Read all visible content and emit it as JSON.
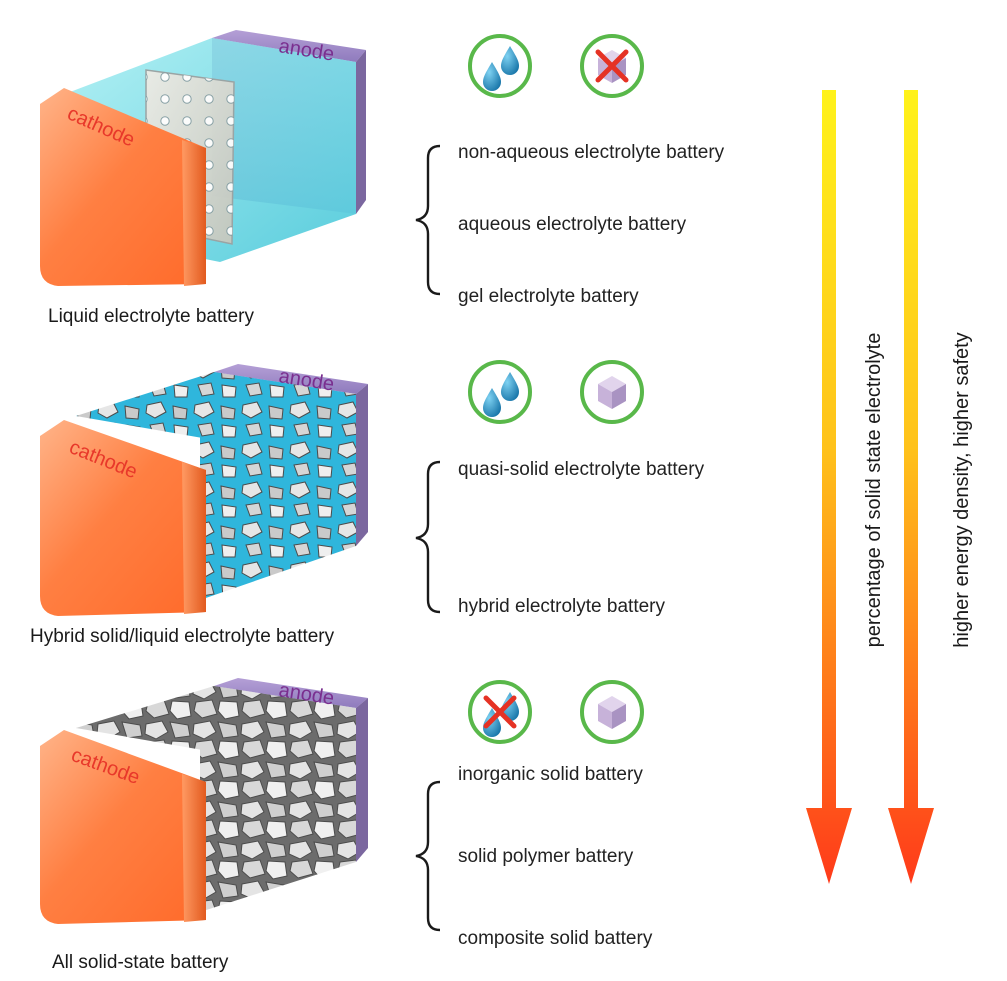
{
  "labels": {
    "anode": "anode",
    "cathode": "cathode"
  },
  "tiers": [
    {
      "title": "Liquid electrolyte battery",
      "items": [
        "non-aqueous electrolyte battery",
        "aqueous electrolyte battery",
        "gel electrolyte battery"
      ],
      "icons": [
        "droplets-icon",
        "crossed-solid-cube-icon"
      ]
    },
    {
      "title": "Hybrid solid/liquid electrolyte battery",
      "items": [
        "quasi-solid electrolyte battery",
        "hybrid electrolyte battery"
      ],
      "icons": [
        "droplets-icon",
        "solid-cube-icon"
      ]
    },
    {
      "title": "All solid-state battery",
      "items": [
        "inorganic solid battery",
        "solid polymer battery",
        "composite solid battery"
      ],
      "icons": [
        "crossed-droplets-icon",
        "solid-cube-icon"
      ]
    }
  ],
  "arrows": [
    {
      "label": "percentage of solid state electrolyte"
    },
    {
      "label": "higher energy density, higher safety"
    }
  ],
  "colors": {
    "cathode": "#ff7a3a",
    "anode": "#a58fc8",
    "liquid_electrolyte": "#5fd3e0",
    "icon_ring": "#59b84a",
    "droplet": "#1e8fc4",
    "cube": "#c9b6d8",
    "cross": "#e53224",
    "arrow_top": "#fff21a",
    "arrow_bottom": "#ff3a1a",
    "label_red": "#e8382a",
    "label_purple": "#7a2f8f"
  }
}
